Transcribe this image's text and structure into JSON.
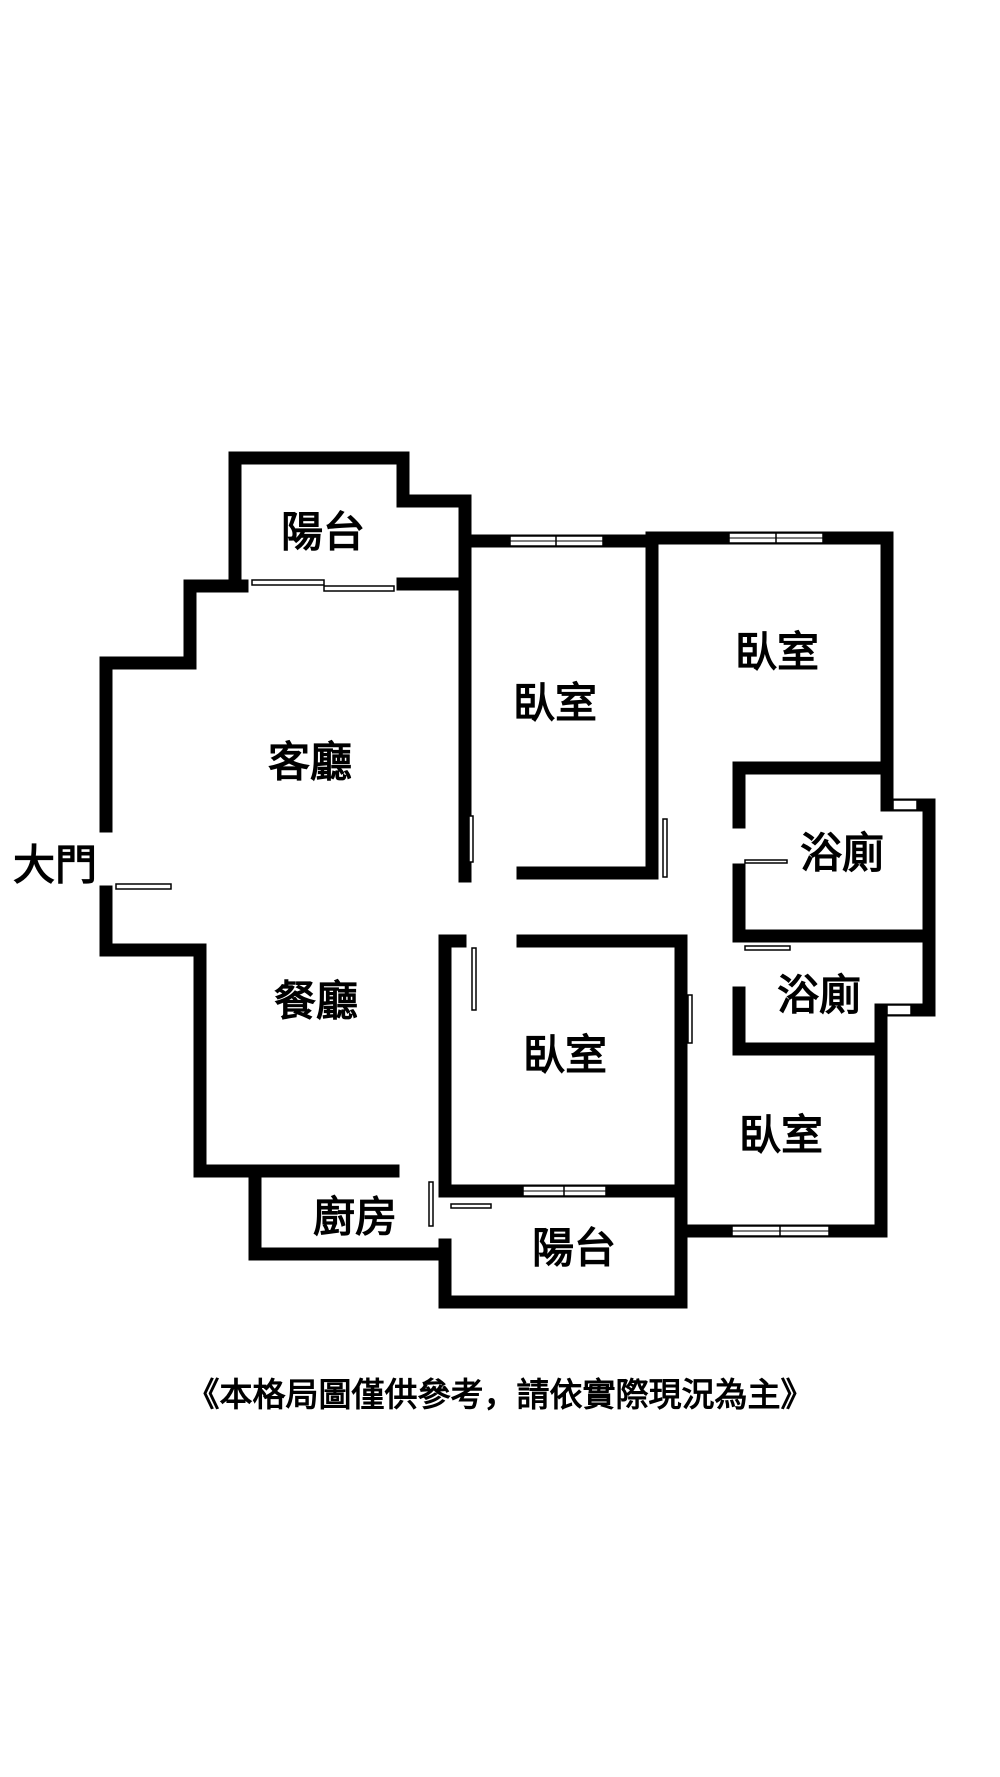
{
  "rooms": {
    "balcony_top": "陽台",
    "living_room": "客廳",
    "bedroom_1": "臥室",
    "bedroom_2": "臥室",
    "bathroom_1": "浴廁",
    "bathroom_2": "浴廁",
    "dining_room": "餐廳",
    "bedroom_3": "臥室",
    "bedroom_4": "臥室",
    "kitchen": "廚房",
    "balcony_bottom": "陽台",
    "entrance": "大門"
  },
  "caption": "《本格局圖僅供參考，請依實際現況為主》",
  "colors": {
    "wall": "#000000",
    "background": "#ffffff"
  }
}
